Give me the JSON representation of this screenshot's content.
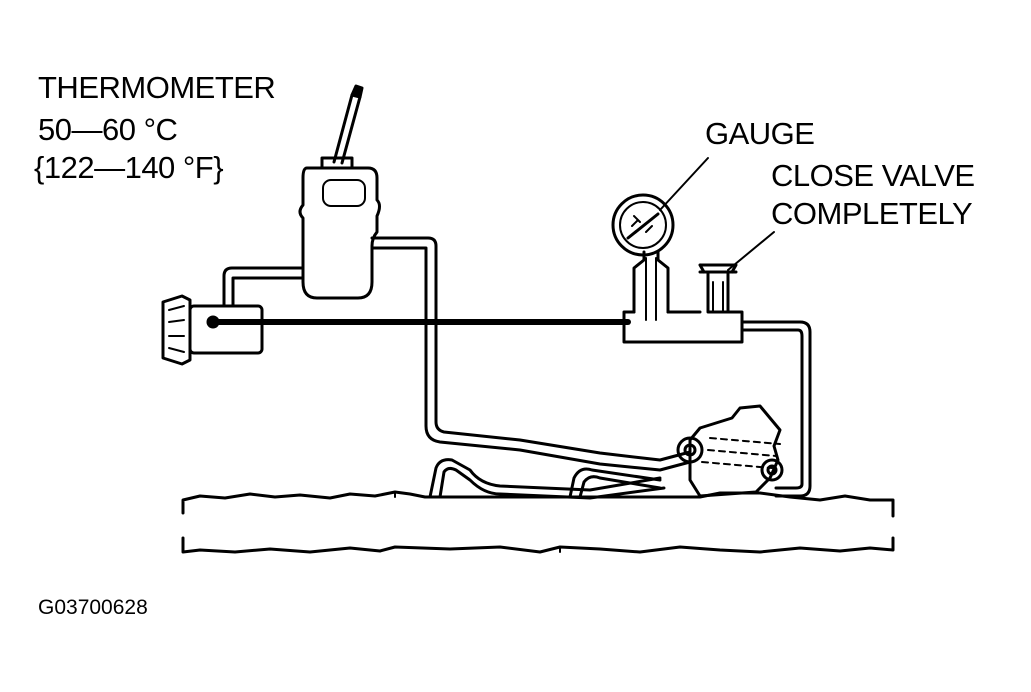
{
  "labels": {
    "thermometer": "THERMOMETER",
    "temp_c": "50—60 °C",
    "temp_f": "{122—140 °F}",
    "gauge": "GAUGE",
    "valve_line1": "CLOSE VALVE",
    "valve_line2": "COMPLETELY"
  },
  "figure_code": "G03700628",
  "colors": {
    "ink": "#000000",
    "paper": "#ffffff"
  }
}
